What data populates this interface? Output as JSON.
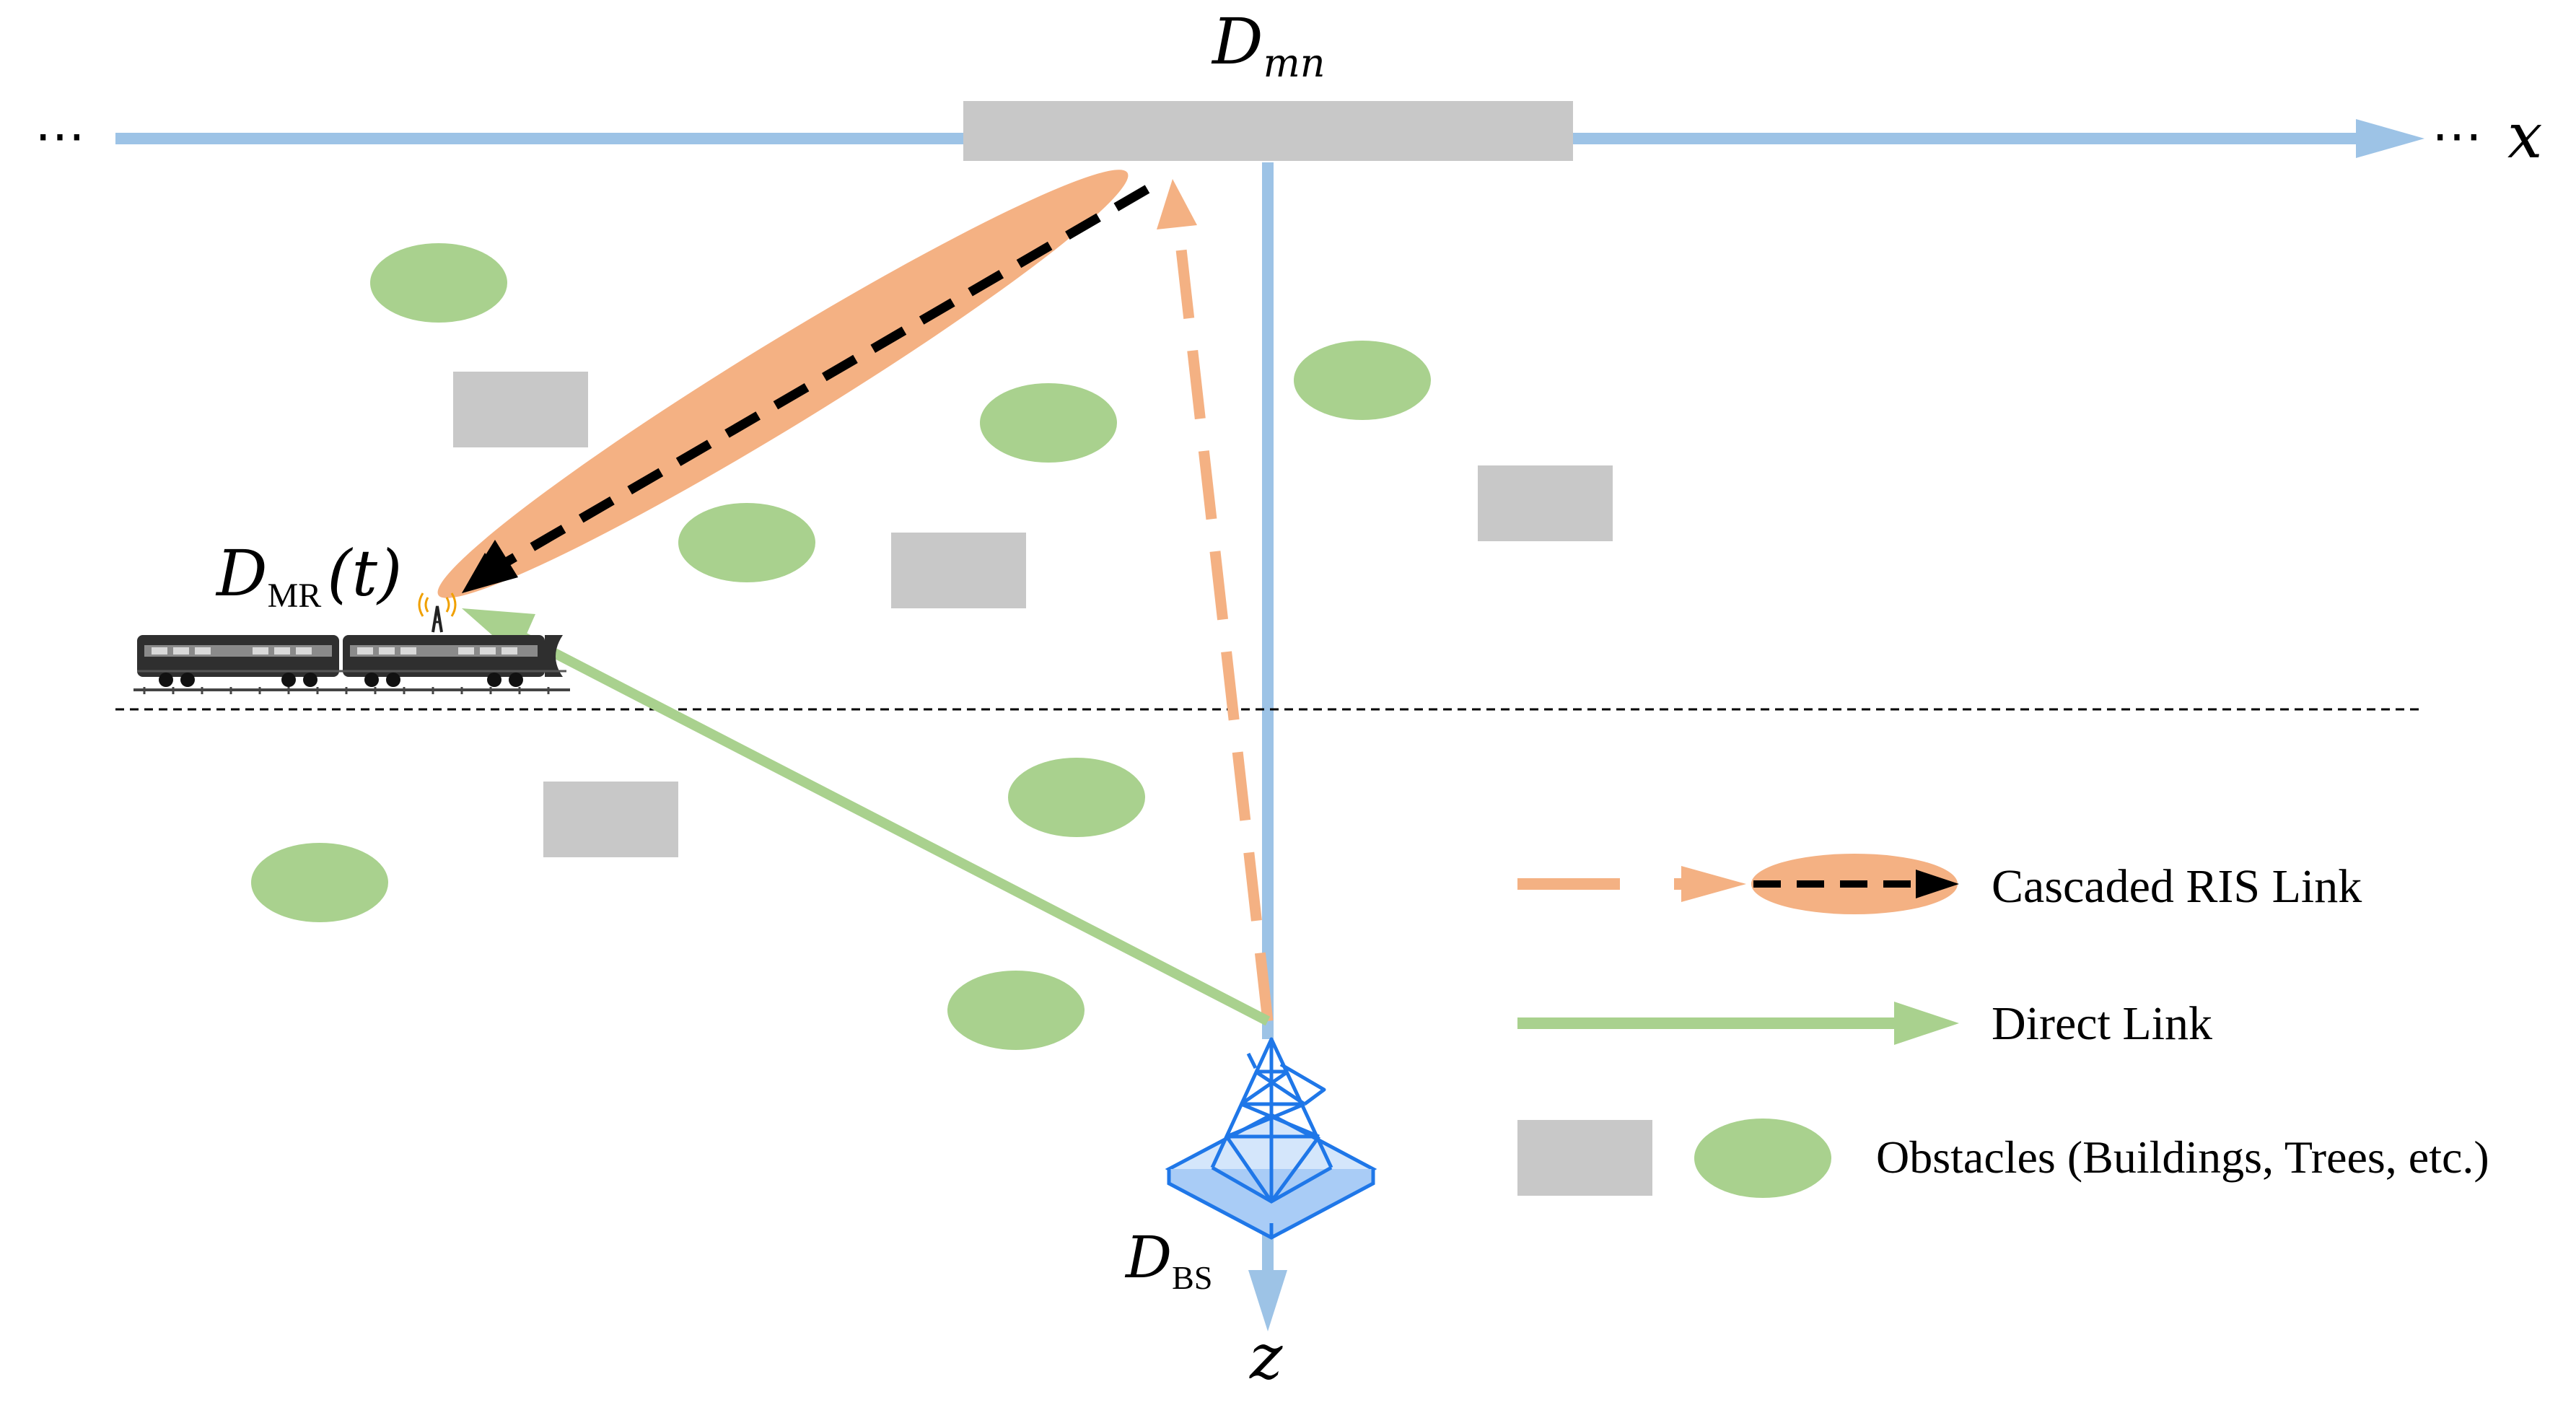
{
  "labels": {
    "ris": "D",
    "ris_sub": "mn",
    "mr": "D",
    "mr_sub": "MR",
    "mr_arg": "(t)",
    "bs": "D",
    "bs_sub": "BS",
    "x_axis": "x",
    "z_axis": "z",
    "ellipsis_left": "⋯",
    "ellipsis_right": "⋯"
  },
  "legend": {
    "cascaded": "Cascaded RIS Link",
    "direct": "Direct Link",
    "obstacles": "Obstacles (Buildings, Trees, etc.)"
  },
  "colors": {
    "axis": "#9dc3e6",
    "ris_panel": "#c8c8c8",
    "building": "#c8c8c8",
    "tree": "#a9d18e",
    "beam": "#f4b183",
    "direct": "#a9d18e",
    "tower": "#1f77e8",
    "train": "#333333",
    "antenna_wave": "#f0a000"
  },
  "icons": {
    "base_station": "cell-tower-icon",
    "train": "train-icon",
    "mr_antenna": "antenna-icon"
  }
}
